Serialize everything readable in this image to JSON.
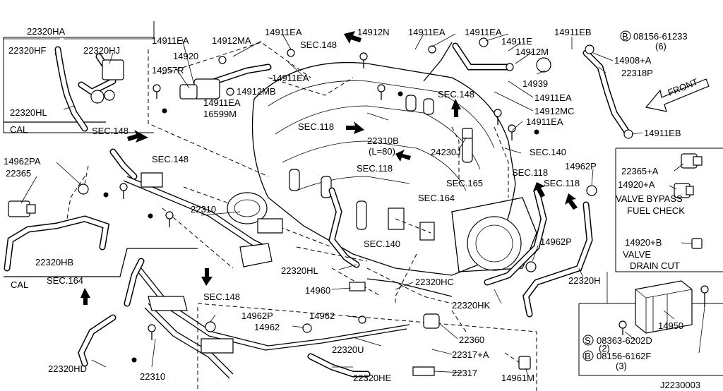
{
  "labels": {
    "hdr_22320HA": "22320HA",
    "hdr_22320HF": "22320HF",
    "hdr_22320HJ": "22320HJ",
    "hdr_22320HL_top": "22320HL",
    "cal_top": "CAL",
    "p14957R": "14957R",
    "p14911EA_a": "14911EA",
    "p14912MA": "14912MA",
    "p14911EA_b": "14911EA",
    "p14920": "14920",
    "sec148_a": "SEC.148",
    "p14912N": "14912N",
    "p14911EA_c": "14911EA",
    "p14911EA_d": "14911EA",
    "p14911E": "14911E",
    "p14911EB_top": "14911EB",
    "bolt_08156_61233": "08156-61233",
    "qty_6": "(6)",
    "p14908A": "14908+A",
    "p14912M": "14912M",
    "p22318P": "22318P",
    "p14939": "14939",
    "p14911EA_e": "14911EA",
    "p14912MB": "14912MB",
    "p14911EA_f": "14911EA",
    "p16599M": "16599M",
    "sec148_b": "SEC.148",
    "p14911EA_g": "14911EA",
    "p14912MC": "14912MC",
    "p14911EA_h": "14911EA",
    "front": "FRONT",
    "p14911EB_right": "14911EB",
    "sec148_c": "SEC.148",
    "sec118_a": "SEC.118",
    "p22310B": "22310B",
    "l80": "(L=80)",
    "sec118_b": "SEC.118",
    "p24230J": "24230J",
    "sec140_a": "SEC.140",
    "p14962PA": "14962PA",
    "p22365": "22365",
    "sec148_d": "SEC.148",
    "p22310_mid": "22310",
    "sec165": "SEC.165",
    "sec164_a": "SEC.164",
    "sec118_c": "SEC.118",
    "sec118_d": "SEC.118",
    "p14962P_a": "14962P",
    "p22365A": "22365+A",
    "p14920A": "14920+A",
    "valve_bypass": "VALVE BYPASS",
    "fuel_check": "FUEL CHECK",
    "p14920B": "14920+B",
    "valve": "VALVE",
    "drain_cut": "DRAIN CUT",
    "p22320HB": "22320HB",
    "cal_left": "CAL",
    "sec164_b": "SEC.164",
    "sec140_b": "SEC.140",
    "p14962P_b": "14962P",
    "p22320HL_mid": "22320HL",
    "p22320H": "22320H",
    "sec148_e": "SEC.148",
    "p14960": "14960",
    "p22320HC": "22320HC",
    "p22320HK": "22320HK",
    "p14962P_c": "14962P",
    "p14962_a": "14962",
    "p14962_b": "14962",
    "p22360": "22360",
    "p14950": "14950",
    "screw_08363_6202D": "08363-6202D",
    "qty_2": "(2)",
    "bolt_08156_6162F": "08156-6162F",
    "qty_3": "(3)",
    "p22320U": "22320U",
    "p22317A": "22317+A",
    "p22320HD": "22320HD",
    "p22310_bot": "22310",
    "p22320HE": "22320HE",
    "p22317": "22317",
    "p14961M": "14961M",
    "diagram_code": "J2230003",
    "sym_B": "B",
    "sym_S": "S"
  },
  "icons": [
    "bolt-icon",
    "clamp-icon",
    "hose-icon",
    "direction-arrow-icon",
    "canister-icon",
    "solenoid-valve-icon"
  ]
}
